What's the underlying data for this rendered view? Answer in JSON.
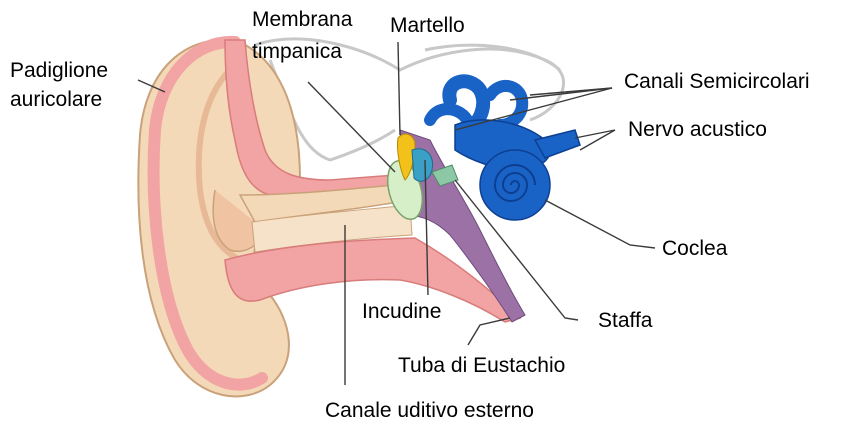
{
  "colors": {
    "skin": "#f4d9b8",
    "pink": "#f2a3a3",
    "pink_dark": "#d97c7c",
    "inner_ear": "#1a63c6",
    "inner_ear_dark": "#0d3f91",
    "tube": "#9b71a6",
    "tympanum": "#d7efc9",
    "hammer": "#f2c21a",
    "incus": "#3aa0c6",
    "stapes": "#8dc8a6",
    "bone_outline": "#c8c8c8"
  },
  "labels": {
    "padiglione_line1": "Padiglione",
    "padiglione_line2": "auricolare",
    "membrana_line1": "Membrana",
    "membrana_line2": "timpanica",
    "martello": "Martello",
    "canali": "Canali Semicircolari",
    "nervo": "Nervo acustico",
    "coclea": "Coclea",
    "incudine": "Incudine",
    "staffa": "Staffa",
    "tuba": "Tuba di Eustachio",
    "canale": "Canale uditivo esterno"
  }
}
